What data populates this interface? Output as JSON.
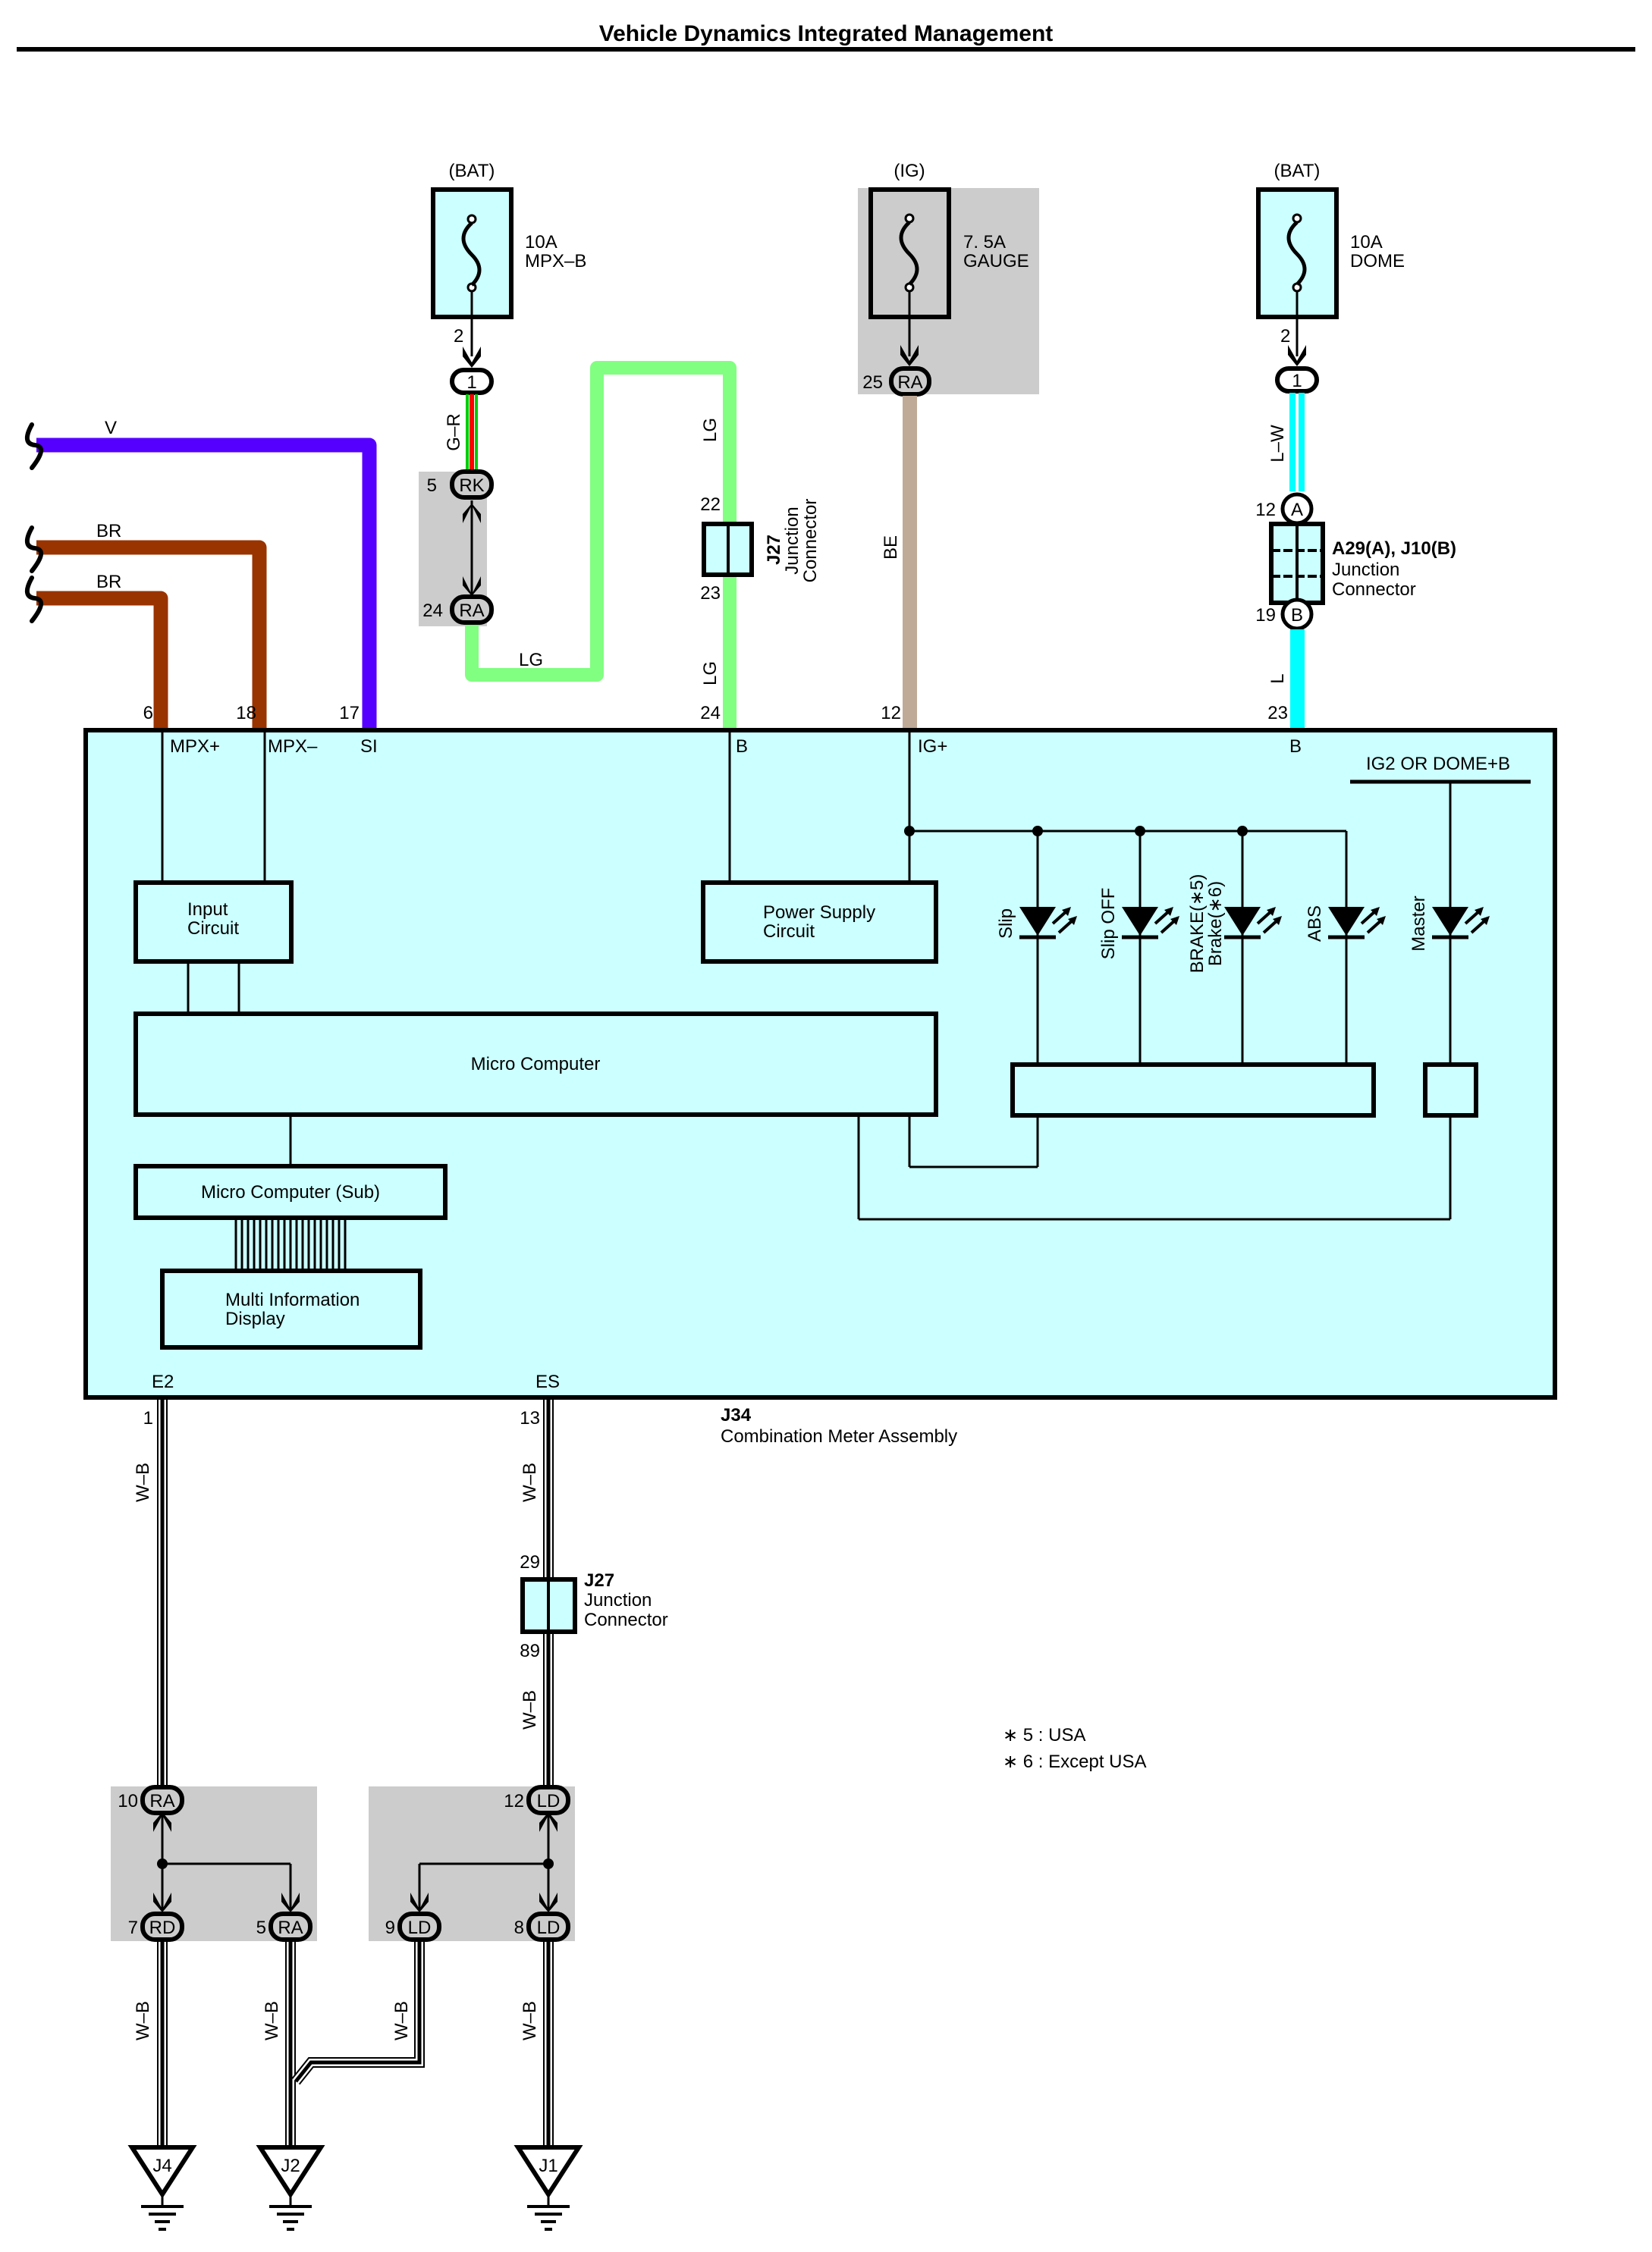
{
  "page": {
    "title": "Vehicle Dynamics Integrated Management"
  },
  "fuses": [
    {
      "source": "(BAT)",
      "rating": "10A",
      "name": "MPX–B",
      "pin": "2"
    },
    {
      "source": "(IG)",
      "rating": "7. 5A",
      "name": "GAUGE",
      "pin": ""
    },
    {
      "source": "(BAT)",
      "rating": "10A",
      "name": "DOME",
      "pin": "2"
    }
  ],
  "wire_colors": {
    "V": "#5500ff",
    "BR": "#993300",
    "LG": "#80ff80",
    "G-R_green": "#00cc00",
    "G-R_red": "#ff0000",
    "BE": "#bfaa98",
    "L": "#00ffff",
    "W-B": "#000000",
    "component_fill": "#ccffff",
    "shade": "#cccccc"
  },
  "wires": {
    "v": "V",
    "br1": "BR",
    "br2": "BR",
    "gr": "G–R",
    "lg_loop": "LG",
    "lg_upper": "LG",
    "lg_lower": "LG",
    "be": "BE",
    "lw": "L–W",
    "l": "L",
    "wb": "W–B"
  },
  "connectors": {
    "mpx_b_pill": "1",
    "rk": {
      "pin": "5",
      "label": "RK"
    },
    "ra_24": {
      "pin": "24",
      "label": "RA"
    },
    "ra_25": {
      "pin": "25",
      "label": "RA"
    },
    "dome_pill": "1",
    "a29_a": {
      "pin": "12",
      "label": "A"
    },
    "j10_b": {
      "pin": "19",
      "label": "B"
    },
    "j27_top": {
      "pin_in": "22",
      "pin_out": "23",
      "id": "J27",
      "name1": "Junction",
      "name2": "Connector"
    },
    "a29_j10": {
      "id": "A29(A), J10(B)",
      "name1": "Junction",
      "name2": "Connector"
    },
    "j27_bottom": {
      "pin_in": "29",
      "pin_out": "89",
      "id": "J27",
      "name1": "Junction",
      "name2": "Connector"
    },
    "ra_10": {
      "pin": "10",
      "label": "RA"
    },
    "rd_7": {
      "pin": "7",
      "label": "RD"
    },
    "ra_5": {
      "pin": "5",
      "label": "RA"
    },
    "ld_12": {
      "pin": "12",
      "label": "LD"
    },
    "ld_9": {
      "pin": "9",
      "label": "LD"
    },
    "ld_8": {
      "pin": "8",
      "label": "LD"
    }
  },
  "meter": {
    "id": "J34",
    "name": "Combination Meter Assembly",
    "pins_top": [
      {
        "num": "6",
        "label": "MPX+"
      },
      {
        "num": "18",
        "label": "MPX–"
      },
      {
        "num": "17",
        "label": "SI"
      },
      {
        "num": "24",
        "label": "B"
      },
      {
        "num": "12",
        "label": "IG+"
      },
      {
        "num": "23",
        "label": "B"
      }
    ],
    "pins_bottom": [
      {
        "num": "1",
        "label": "E2"
      },
      {
        "num": "13",
        "label": "ES"
      }
    ],
    "supply_label": "IG2 OR DOME+B",
    "blocks": {
      "input_circuit_1": "Input",
      "input_circuit_2": "Circuit",
      "power_supply_1": "Power Supply",
      "power_supply_2": "Circuit",
      "micro_computer": "Micro Computer",
      "micro_computer_sub": "Micro Computer (Sub)",
      "mid_1": "Multi Information",
      "mid_2": "Display"
    },
    "indicators": [
      {
        "label": "Slip",
        "label2": ""
      },
      {
        "label": "Slip OFF",
        "label2": ""
      },
      {
        "label": "BRAKE(∗5)",
        "label2": "Brake(∗6)"
      },
      {
        "label": "ABS",
        "label2": ""
      },
      {
        "label": "Master",
        "label2": ""
      }
    ]
  },
  "grounds": [
    "J4",
    "J2",
    "J1"
  ],
  "notes": [
    "∗ 5 : USA",
    "∗ 6 : Except USA"
  ]
}
